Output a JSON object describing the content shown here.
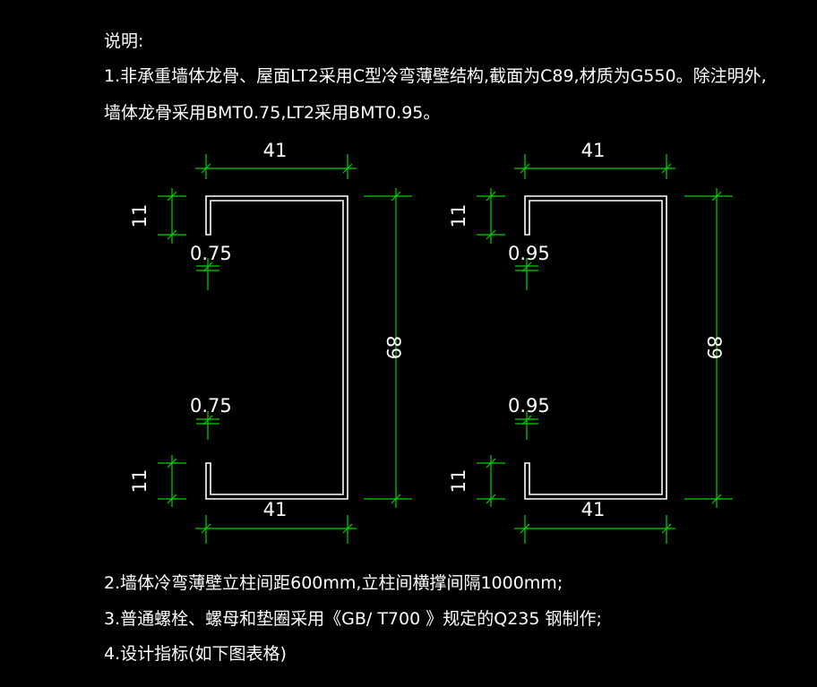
{
  "notes": {
    "heading": "说明:",
    "line1": "1.非承重墙体龙骨、屋面LT2采用C型冷弯薄壁结构,截面为C89,材质为G550。除注明外,",
    "line2": "墙体龙骨采用BMT0.75,LT2采用BMT0.95。",
    "line3": "2.墙体冷弯薄壁立柱间距600mm,立柱间横撑间隔1000mm;",
    "line4": "3.普通螺栓、螺母和垫圈采用《GB/ T700 》规定的Q235 钢制作;",
    "line5": "4.设计指标(如下图表格)"
  },
  "sections": [
    {
      "width_label_top": "41",
      "width_label_bottom": "41",
      "depth_label": "89",
      "lip_label_top": "11",
      "lip_label_bottom": "11",
      "thickness_label_top": "0.75",
      "thickness_label_bottom": "0.75"
    },
    {
      "width_label_top": "41",
      "width_label_bottom": "41",
      "depth_label": "89",
      "lip_label_top": "11",
      "lip_label_bottom": "11",
      "thickness_label_top": "0.95",
      "thickness_label_bottom": "0.95"
    }
  ],
  "colors": {
    "background": "#000000",
    "text": "#ffffff",
    "section_outline": "#ffffff",
    "dimension_lines": "#00d400"
  }
}
